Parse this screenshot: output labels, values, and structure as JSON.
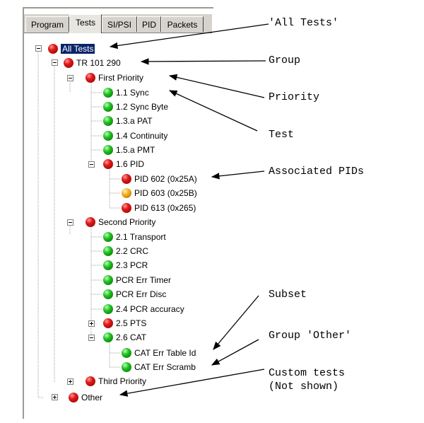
{
  "tabs": [
    "Program",
    "Tests",
    "SI/PSI",
    "PID",
    "Packets"
  ],
  "active_tab": "Tests",
  "tree": {
    "all_tests": "All Tests",
    "group": "TR 101 290",
    "first_priority": "First Priority",
    "sync": "1.1 Sync",
    "sync_byte": "1.2 Sync Byte",
    "pat": "1.3.a PAT",
    "continuity": "1.4 Continuity",
    "pmt": "1.5.a PMT",
    "pid": "1.6 PID",
    "pid_602": "PID 602 (0x25A)",
    "pid_603": "PID 603 (0x25B)",
    "pid_613": "PID 613 (0x265)",
    "second_priority": "Second Priority",
    "transport": "2.1 Transport",
    "crc": "2.2 CRC",
    "pcr": "2.3 PCR",
    "pcr_err_timer": "PCR Err Timer",
    "pcr_err_disc": "PCR Err Disc",
    "pcr_accuracy": "2.4 PCR accuracy",
    "pts": "2.5 PTS",
    "cat": "2.6 CAT",
    "cat_err_table_id": "CAT Err Table Id",
    "cat_err_scramb": "CAT Err Scramb",
    "third_priority": "Third Priority",
    "other": "Other"
  },
  "annotations": {
    "all_tests": "'All Tests'",
    "group": "Group",
    "priority": "Priority",
    "test": "Test",
    "associated_pids": "Associated PIDs",
    "subset": "Subset",
    "group_other": "Group 'Other'",
    "custom_tests": "Custom tests\n(Not shown)"
  },
  "status_colors": {
    "fail": "#d01010",
    "pass": "#1fa81f",
    "warn": "#f0b020",
    "selection": "#0a246a"
  }
}
